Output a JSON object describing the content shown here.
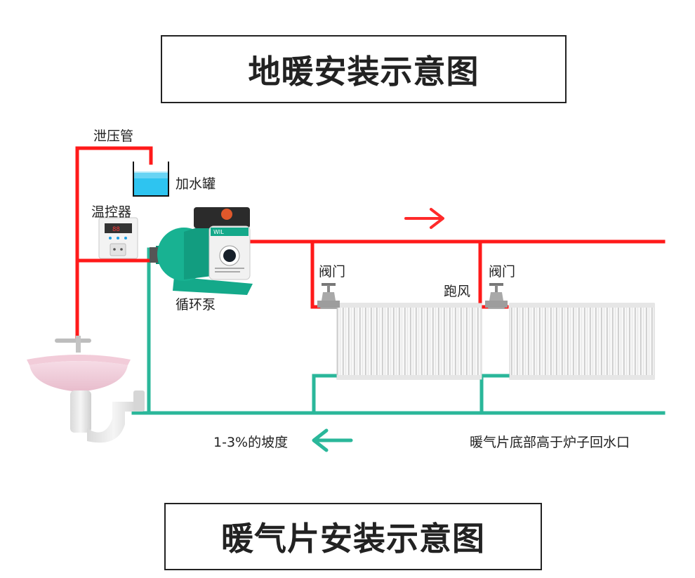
{
  "titles": {
    "top": "地暖安装示意图",
    "bottom": "暖气片安装示意图"
  },
  "labels": {
    "relief_pipe": "泄压管",
    "water_tank": "加水罐",
    "thermostat": "温控器",
    "circulation_pump": "循环泵",
    "valve_1": "阀门",
    "valve_2": "阀门",
    "air_vent": "跑风",
    "slope": "1-3%的坡度",
    "radiator_note": "暖气片底部高于炉子回水口"
  },
  "colors": {
    "supply_pipe": "#ff1a1a",
    "return_pipe": "#2ab79a",
    "pump_body": "#14a98a",
    "tank_water": "#2ec4f0",
    "radiator": "#f1f1f1"
  },
  "icons": {
    "flow_arrow_supply": "arrow-right-icon",
    "flow_arrow_return": "arrow-left-icon"
  }
}
